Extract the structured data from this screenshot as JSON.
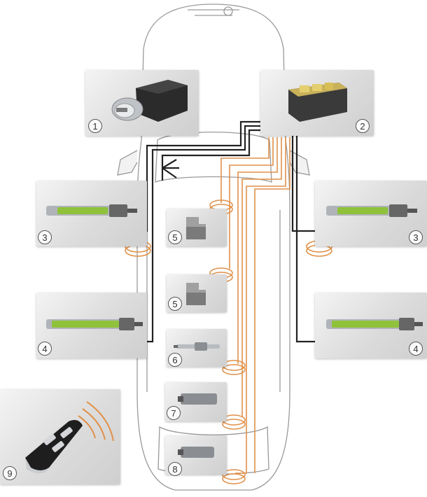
{
  "diagram": {
    "components": [
      {
        "number": "1",
        "icon": "ignition-lock-icon"
      },
      {
        "number": "2",
        "icon": "control-unit-icon"
      },
      {
        "number": "3",
        "icon": "door-handle-antenna-icon"
      },
      {
        "number": "3",
        "icon": "door-handle-antenna-icon"
      },
      {
        "number": "4",
        "icon": "door-handle-antenna-icon"
      },
      {
        "number": "4",
        "icon": "door-handle-antenna-icon"
      },
      {
        "number": "5",
        "icon": "interior-antenna-icon"
      },
      {
        "number": "5",
        "icon": "interior-antenna-icon"
      },
      {
        "number": "6",
        "icon": "rod-antenna-icon"
      },
      {
        "number": "7",
        "icon": "rear-antenna-icon"
      },
      {
        "number": "8",
        "icon": "bumper-antenna-icon"
      },
      {
        "number": "9",
        "icon": "remote-key-fob-icon"
      }
    ],
    "colors": {
      "car_outline": "#9a9a9a",
      "bus_wire": "#222222",
      "antenna_wire": "#e0914a",
      "antenna_active": "#8fc23a",
      "panel_bg": "#dcdcdc"
    }
  }
}
